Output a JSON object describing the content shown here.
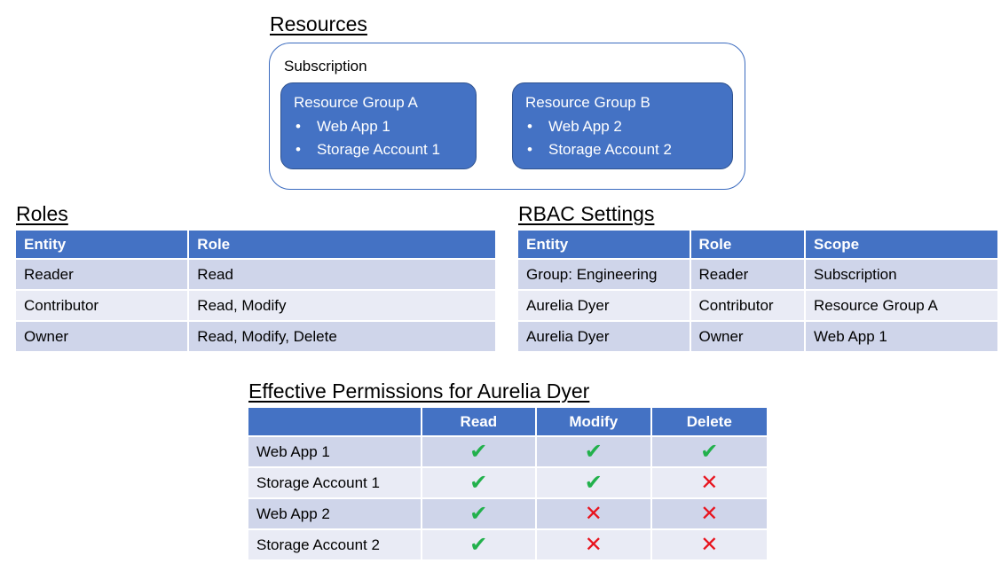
{
  "resources": {
    "heading": "Resources",
    "subscription_label": "Subscription",
    "groups": [
      {
        "title": "Resource Group A",
        "items": [
          "Web App 1",
          "Storage Account 1"
        ]
      },
      {
        "title": "Resource Group B",
        "items": [
          "Web App 2",
          "Storage Account 2"
        ]
      }
    ]
  },
  "roles": {
    "heading": "Roles",
    "columns": [
      "Entity",
      "Role"
    ],
    "rows": [
      [
        "Reader",
        "Read"
      ],
      [
        "Contributor",
        "Read, Modify"
      ],
      [
        "Owner",
        "Read, Modify, Delete"
      ]
    ]
  },
  "rbac": {
    "heading": "RBAC Settings",
    "columns": [
      "Entity",
      "Role",
      "Scope"
    ],
    "rows": [
      [
        "Group: Engineering",
        "Reader",
        "Subscription"
      ],
      [
        "Aurelia Dyer",
        "Contributor",
        "Resource Group A"
      ],
      [
        "Aurelia Dyer",
        "Owner",
        "Web App 1"
      ]
    ]
  },
  "permissions": {
    "heading": "Effective Permissions for Aurelia Dyer",
    "columns": [
      "",
      "Read",
      "Modify",
      "Delete"
    ],
    "rows": [
      {
        "resource": "Web App 1",
        "read": true,
        "modify": true,
        "delete": true
      },
      {
        "resource": "Storage Account 1",
        "read": true,
        "modify": true,
        "delete": false
      },
      {
        "resource": "Web App 2",
        "read": true,
        "modify": false,
        "delete": false
      },
      {
        "resource": "Storage Account 2",
        "read": true,
        "modify": false,
        "delete": false
      }
    ],
    "check_symbol": "✔",
    "cross_symbol": "✕",
    "check_color": "#22b14c",
    "cross_color": "#e8141e"
  },
  "colors": {
    "header_blue": "#4472c4",
    "row_odd": "#cfd5ea",
    "row_even": "#e9ebf5"
  }
}
